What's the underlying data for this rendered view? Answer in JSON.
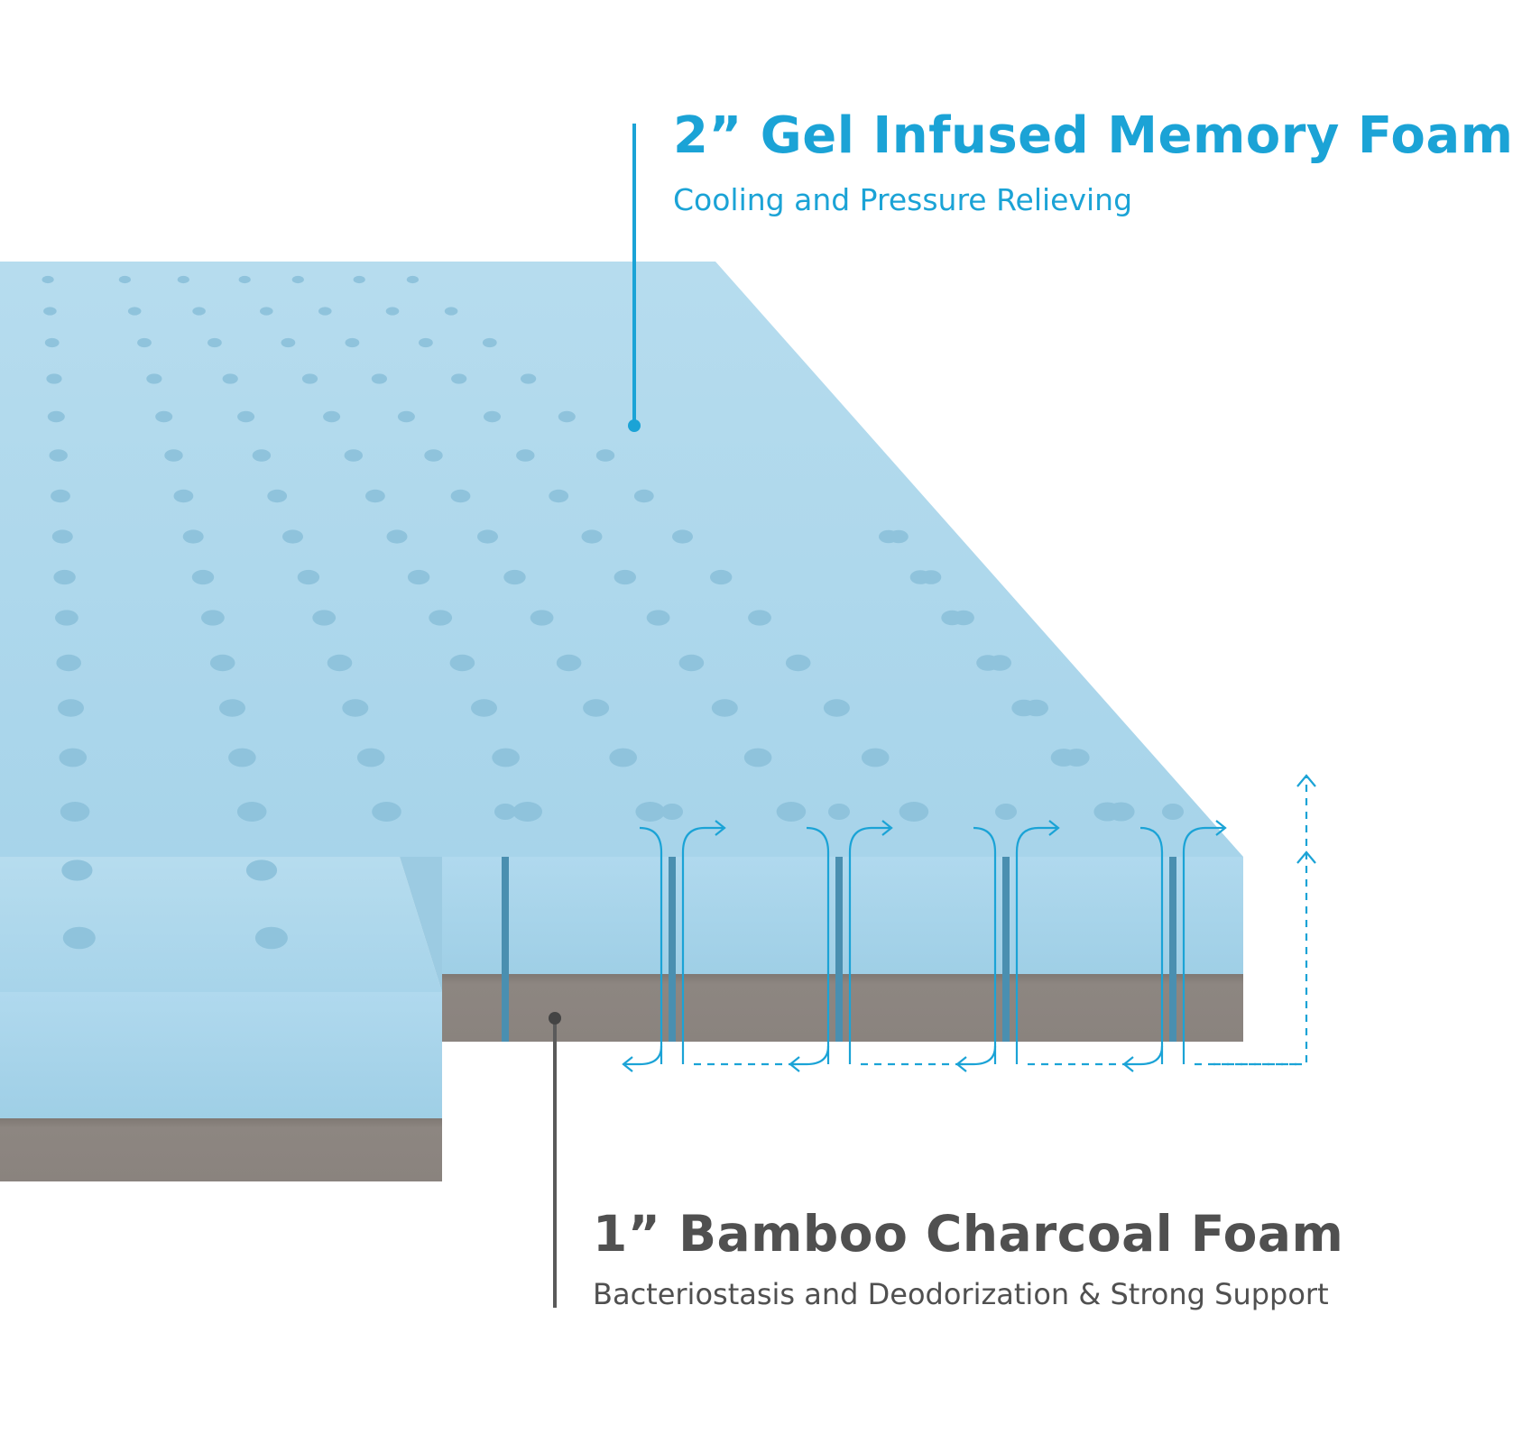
{
  "colors": {
    "background": "#ffffff",
    "gel_foam_top": "#b3dcee",
    "gel_foam_side": "#a9d6ec",
    "charcoal_foam": "#8c8580",
    "accent_blue": "#1ba3d6",
    "callout_gray": "#5a5a5a"
  },
  "layers": [
    {
      "id": "gel",
      "title": "2” Gel Infused Memory Foam",
      "subtitle": "Cooling and Pressure Relieving",
      "color_name": "light-blue"
    },
    {
      "id": "charcoal",
      "title": "1” Bamboo Charcoal  Foam",
      "subtitle": "Bacteriostasis and Deodorization & Strong Support",
      "color_name": "gray-brown"
    }
  ],
  "icons": [
    "air-flow-arrow-icon",
    "callout-dot-icon",
    "ventilation-hole-icon"
  ]
}
